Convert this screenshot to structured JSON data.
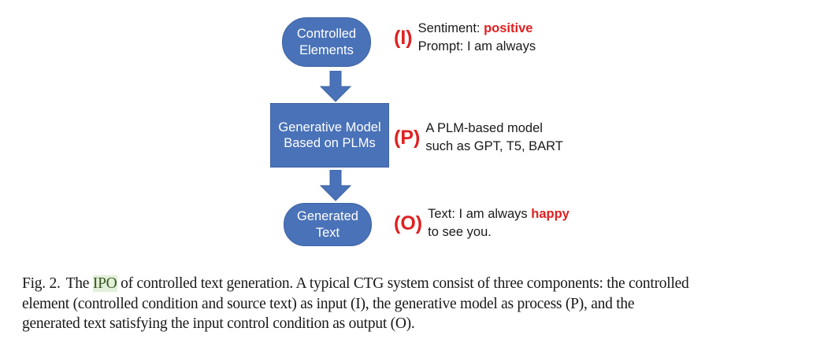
{
  "figure": {
    "nodes": [
      {
        "id": "controlled-elements",
        "lines": [
          "Controlled",
          "Elements"
        ]
      },
      {
        "id": "generative-model",
        "lines": [
          "Generative Model",
          "Based on PLMs"
        ]
      },
      {
        "id": "generated-text",
        "lines": [
          "Generated",
          "Text"
        ]
      }
    ],
    "arrows": [
      {
        "id": "arrow-controlled-to-model",
        "direction": "down"
      },
      {
        "id": "arrow-model-to-generated",
        "direction": "down"
      }
    ],
    "annotations": [
      {
        "id": "input",
        "marker": "(I)",
        "line1_prefix": "Sentiment: ",
        "line1_highlight": "positive",
        "line1_suffix": "",
        "line2": "Prompt: I am always"
      },
      {
        "id": "process",
        "marker": "(P)",
        "line1_prefix": "A PLM-based model",
        "line1_highlight": "",
        "line1_suffix": "",
        "line2": "such as GPT, T5, BART"
      },
      {
        "id": "output",
        "marker": "(O)",
        "line1_prefix": "Text: I am always ",
        "line1_highlight": "happy",
        "line1_suffix": "",
        "line2": "to see you."
      }
    ],
    "colors": {
      "node_fill": "#4a72b8",
      "node_border": "#3f63a4",
      "node_text": "#ffffff",
      "marker_red": "#e02020",
      "highlight_red": "#e02020",
      "arrow_fill": "#4a72b8"
    }
  },
  "caption": {
    "line1_a": "Fig. 2.",
    "line1_b": "The ",
    "line1_highlight": "IPO",
    "line1_c": " of controlled text generation. A typical CTG system consist of three components: the controlled",
    "line2": "element (controlled condition and source text) as input (I), the generative model as process (P), and the",
    "line3": "generated text satisfying the input control condition as output (O).",
    "highlight_bg": "#e2f0d9",
    "highlight_fg": "#385723"
  }
}
